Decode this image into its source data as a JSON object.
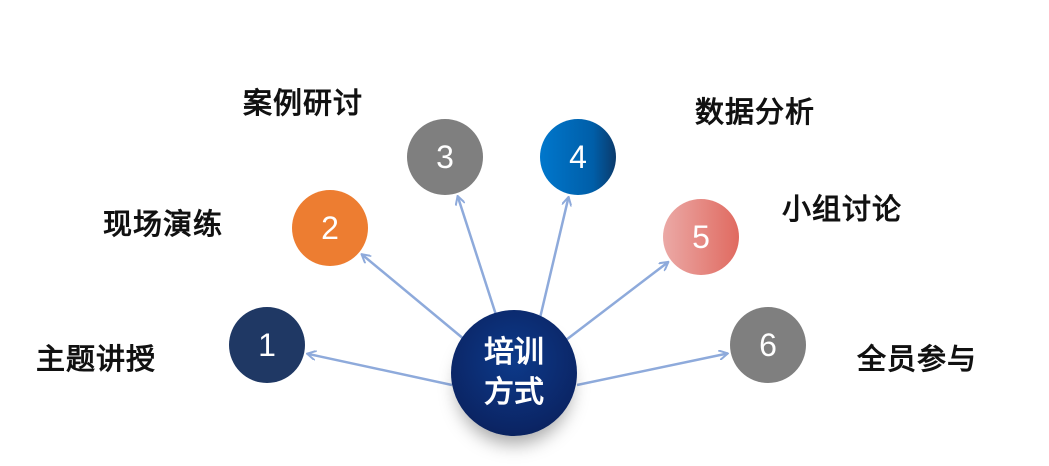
{
  "center": {
    "line1": "培训",
    "line2": "方式",
    "color": "#0b2565"
  },
  "nodes": [
    {
      "num": "1",
      "label": "主题讲授",
      "color": "#1f3864"
    },
    {
      "num": "2",
      "label": "现场演练",
      "color": "#ed7d31"
    },
    {
      "num": "3",
      "label": "案例研讨",
      "color": "#7f7f7f"
    },
    {
      "num": "4",
      "label": "数据分析",
      "color": "#0070c0"
    },
    {
      "num": "5",
      "label": "小组讨论",
      "color": "#e06666"
    },
    {
      "num": "6",
      "label": "全员参与",
      "color": "#7f7f7f"
    }
  ],
  "arrow_color": "#8eaadb"
}
